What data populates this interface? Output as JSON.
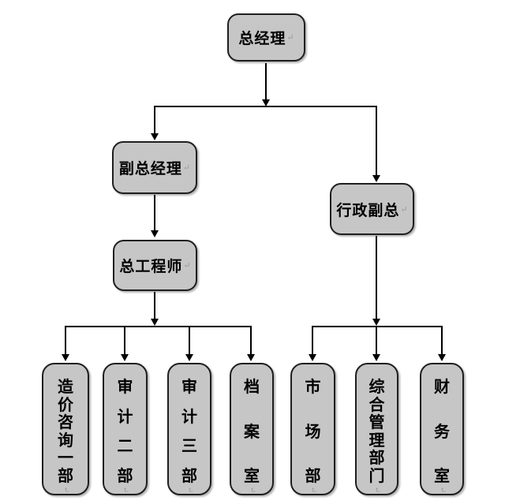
{
  "diagram": {
    "type": "org-chart",
    "background": "#ffffff",
    "colors": {
      "box_fill": "#c6c6c6",
      "box_border": "#1f1f1f",
      "connector": "#000000",
      "text": "#000000",
      "paragraph_mark": "#9b9b9b"
    },
    "mark_glyph": "↵",
    "nodes": [
      {
        "id": "general-manager",
        "label": "总经理",
        "orientation": "horizontal"
      },
      {
        "id": "deputy-gm",
        "label": "副总经理",
        "orientation": "horizontal"
      },
      {
        "id": "admin-vp",
        "label": "行政副总",
        "orientation": "horizontal"
      },
      {
        "id": "chief-engineer",
        "label": "总工程师",
        "orientation": "horizontal"
      },
      {
        "id": "cost-consulting-1",
        "label": "造价咨询一部",
        "orientation": "vertical"
      },
      {
        "id": "audit-2",
        "label": "审计二部",
        "orientation": "vertical"
      },
      {
        "id": "audit-3",
        "label": "审计三部",
        "orientation": "vertical"
      },
      {
        "id": "archives",
        "label": "档案室",
        "orientation": "vertical"
      },
      {
        "id": "marketing",
        "label": "市场部",
        "orientation": "vertical"
      },
      {
        "id": "general-management",
        "label": "综合管理部门",
        "orientation": "vertical"
      },
      {
        "id": "finance",
        "label": "财务室",
        "orientation": "vertical"
      }
    ],
    "edges": [
      {
        "from": "总经理",
        "to": "副总经理"
      },
      {
        "from": "总经理",
        "to": "行政副总"
      },
      {
        "from": "副总经理",
        "to": "总工程师"
      },
      {
        "from": "总工程师",
        "to": "造价咨询一部"
      },
      {
        "from": "总工程师",
        "to": "审计二部"
      },
      {
        "from": "总工程师",
        "to": "审计三部"
      },
      {
        "from": "总工程师",
        "to": "档案室"
      },
      {
        "from": "行政副总",
        "to": "市场部"
      },
      {
        "from": "行政副总",
        "to": "综合管理部门"
      },
      {
        "from": "行政副总",
        "to": "财务室"
      }
    ]
  }
}
